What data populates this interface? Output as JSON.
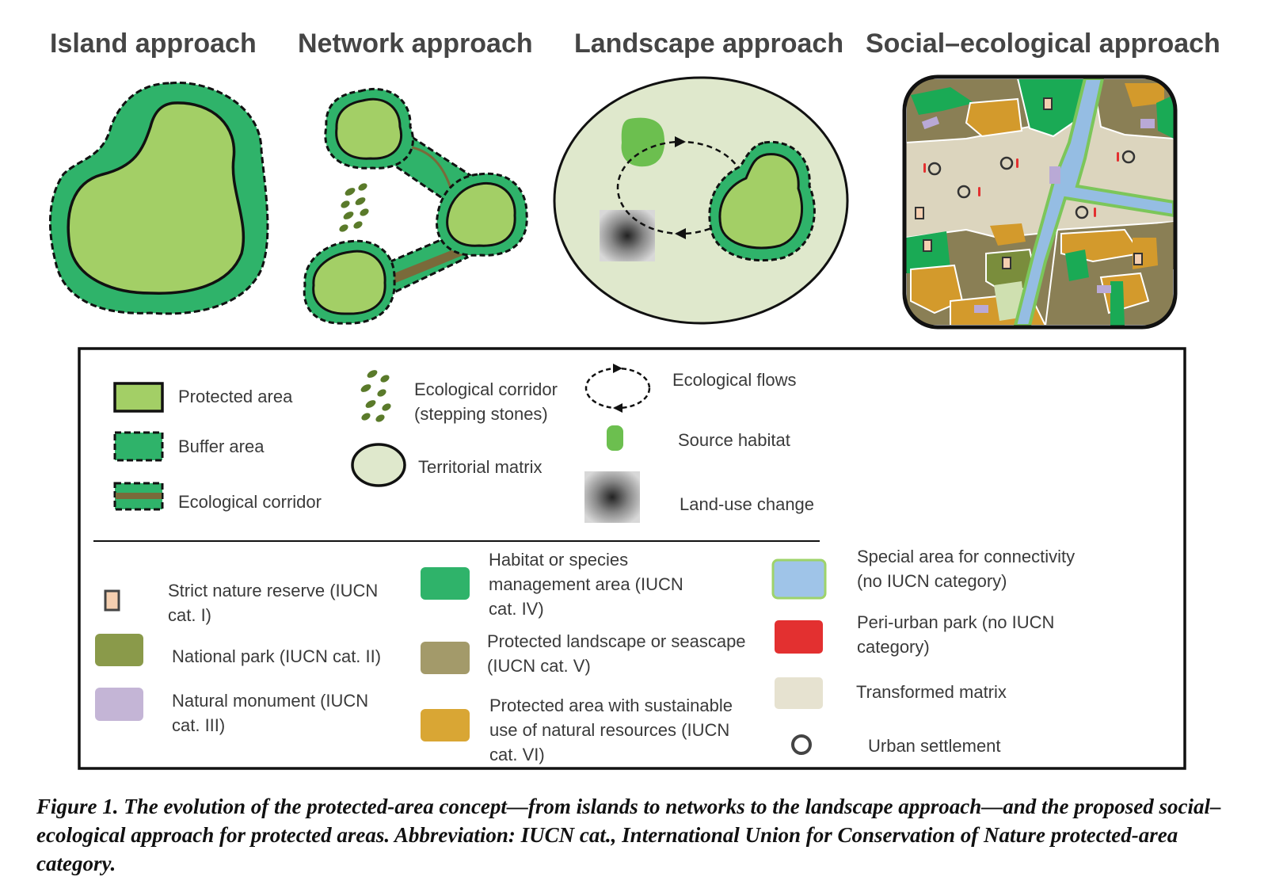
{
  "titles": {
    "island": "Island approach",
    "network": "Network approach",
    "landscape": "Landscape approach",
    "social_ecological": "Social–ecological approach"
  },
  "legend_top": {
    "protected_area": "Protected area",
    "buffer_area": "Buffer area",
    "ecological_corridor": "Ecological corridor",
    "stepping_stones": "Ecological corridor\n(stepping stones)",
    "territorial_matrix": "Territorial matrix",
    "ecological_flows": "Ecological flows",
    "source_habitat": "Source habitat",
    "land_use_change": "Land-use change"
  },
  "legend_bottom": {
    "cat1": "Strict nature reserve (IUCN\ncat. I)",
    "cat2": "National park (IUCN cat. II)",
    "cat3": "Natural monument (IUCN\ncat. III)",
    "cat4": "Habitat or species\nmanagement area (IUCN\ncat. IV)",
    "cat5": "Protected landscape or seascape\n(IUCN cat. V)",
    "cat6": "Protected area with sustainable\nuse of natural resources (IUCN\ncat. VI)",
    "connectivity": "Special area for connectivity\n(no IUCN category)",
    "peri_urban": "Peri-urban park (no IUCN\ncategory)",
    "transformed": "Transformed matrix",
    "urban": "Urban settlement"
  },
  "colors": {
    "protected_area": "#a3cf66",
    "buffer": "#2fb36a",
    "corridor": "#7a6a3a",
    "matrix": "#dfe8cc",
    "source": "#6cbf4f",
    "national_park": "#8a9a4a",
    "natural_monument": "#c4b5d6",
    "cat4": "#2fb36a",
    "cat5": "#a39a6a",
    "cat6": "#d9a634",
    "connectivity": "#9fc4e8",
    "peri_urban": "#e33030",
    "transformed": "#e6e2d0"
  },
  "caption": "Figure 1. The evolution of the protected-area concept—from islands to networks to the landscape approach—and the proposed social–ecological approach for protected areas. Abbreviation: IUCN cat., International Union for Conservation of Nature protected-area category."
}
